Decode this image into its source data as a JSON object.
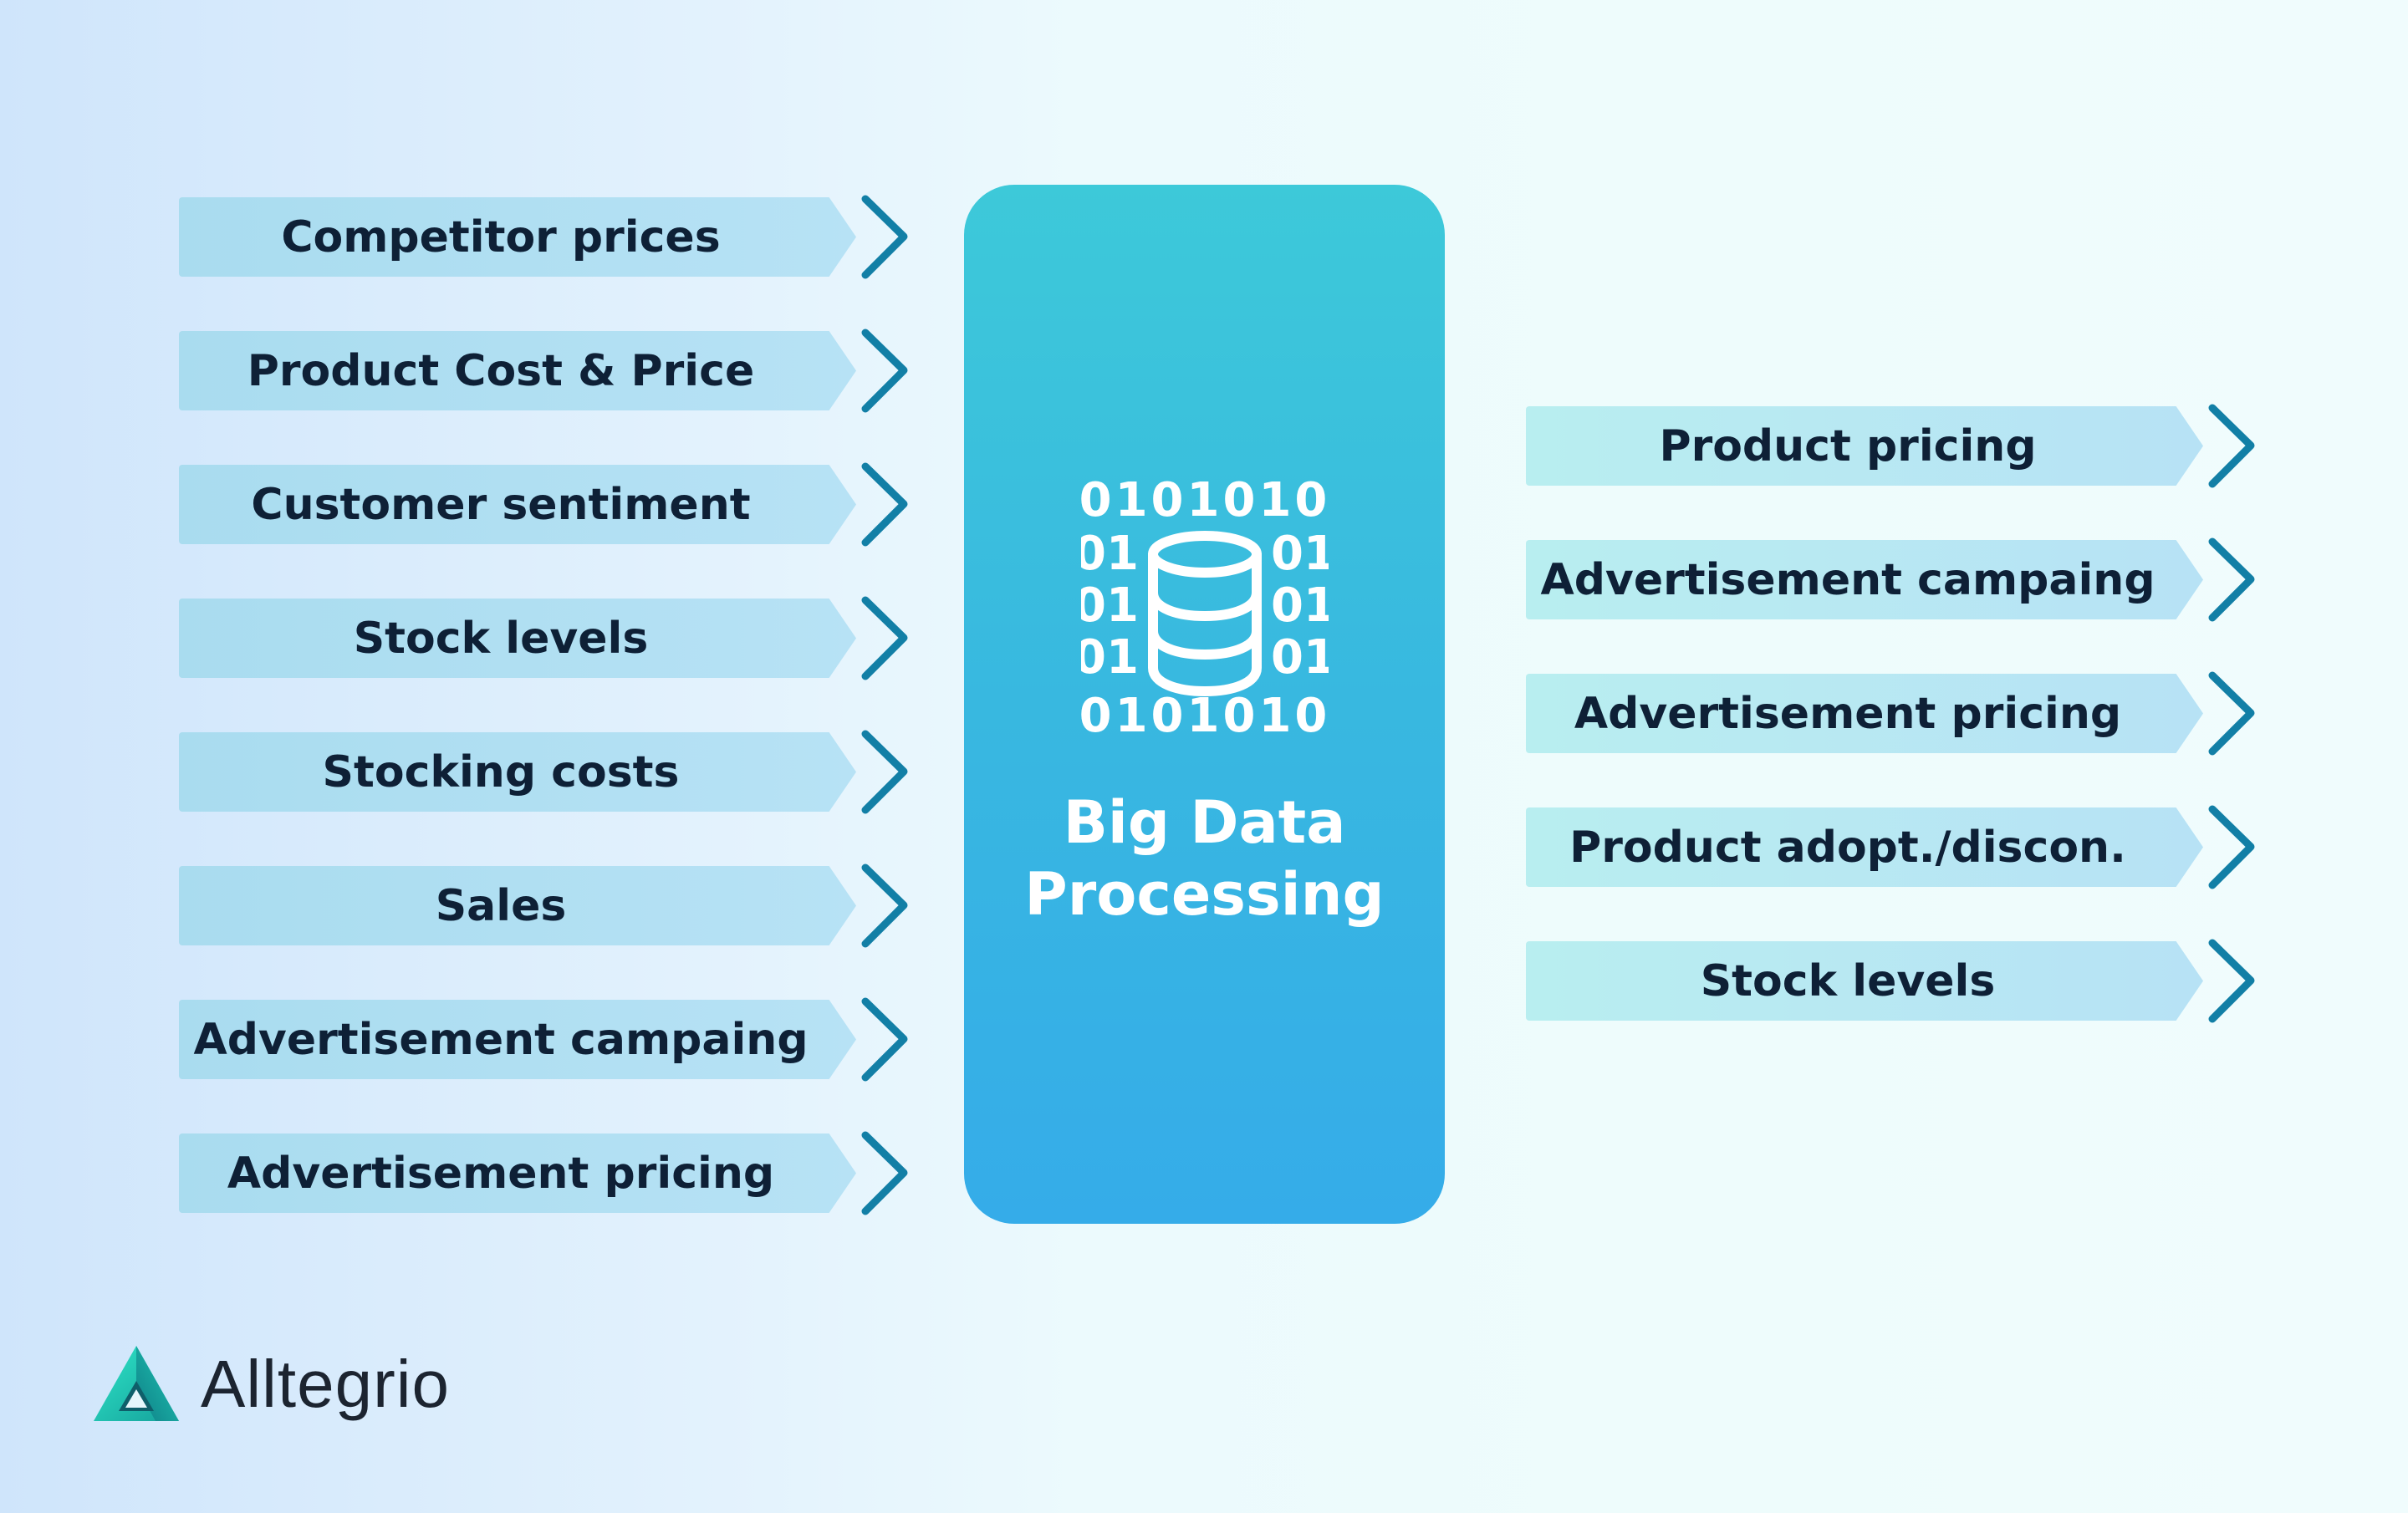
{
  "inputs": [
    {
      "label": "Competitor prices"
    },
    {
      "label": "Product Cost & Price"
    },
    {
      "label": "Customer sentiment"
    },
    {
      "label": "Stock levels"
    },
    {
      "label": "Stocking costs"
    },
    {
      "label": "Sales"
    },
    {
      "label": "Advertisement campaing"
    },
    {
      "label": "Advertisement pricing"
    }
  ],
  "processing": {
    "title": "Big Data\nProcessing",
    "icon": "database-binary-icon",
    "binary_top": "0101010",
    "binary_bottom": "0101010",
    "binary_side": "01"
  },
  "outputs": [
    {
      "label": "Product pricing"
    },
    {
      "label": "Advertisement campaing"
    },
    {
      "label": "Advertisement pricing"
    },
    {
      "label": "Product adopt./discon."
    },
    {
      "label": "Stock levels"
    }
  ],
  "brand": {
    "name": "Alltegrio",
    "logo_icon": "triangle-logo-icon"
  },
  "colors": {
    "input_bar": "#b1dff2",
    "output_bar": "#b8ecf1",
    "chevron": "#127fa6",
    "processing_top": "#3dc9d9",
    "processing_bottom": "#35ace9",
    "text": "#0e2036"
  }
}
